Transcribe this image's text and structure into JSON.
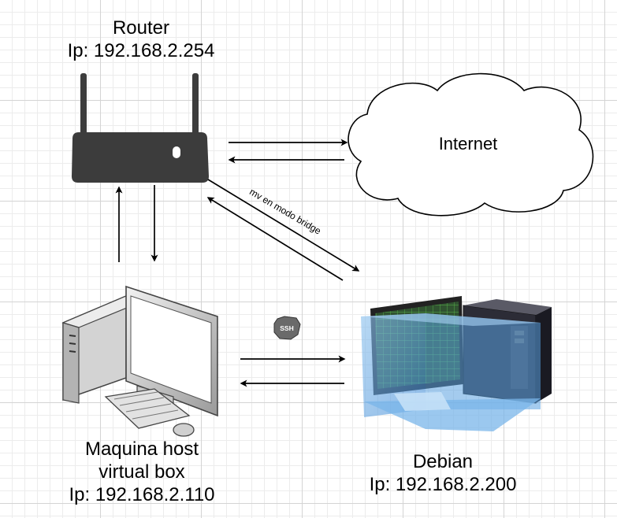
{
  "router": {
    "name": "Router",
    "ip": "Ip: 192.168.2.254"
  },
  "internet": {
    "label": "Internet"
  },
  "host": {
    "line1": "Maquina host",
    "line2": "virtual box",
    "ip": "Ip: 192.168.2.110"
  },
  "debian": {
    "name": "Debian",
    "ip": "Ip: 192.168.2.200"
  },
  "bridge_link": {
    "label": "mv en modo bridge"
  },
  "ssh_badge": {
    "text": "SSH"
  },
  "colors": {
    "line": "#000000",
    "router": "#3c3c3c",
    "vm_blue": "#4a90d9",
    "grid": "#d4d4d4"
  }
}
